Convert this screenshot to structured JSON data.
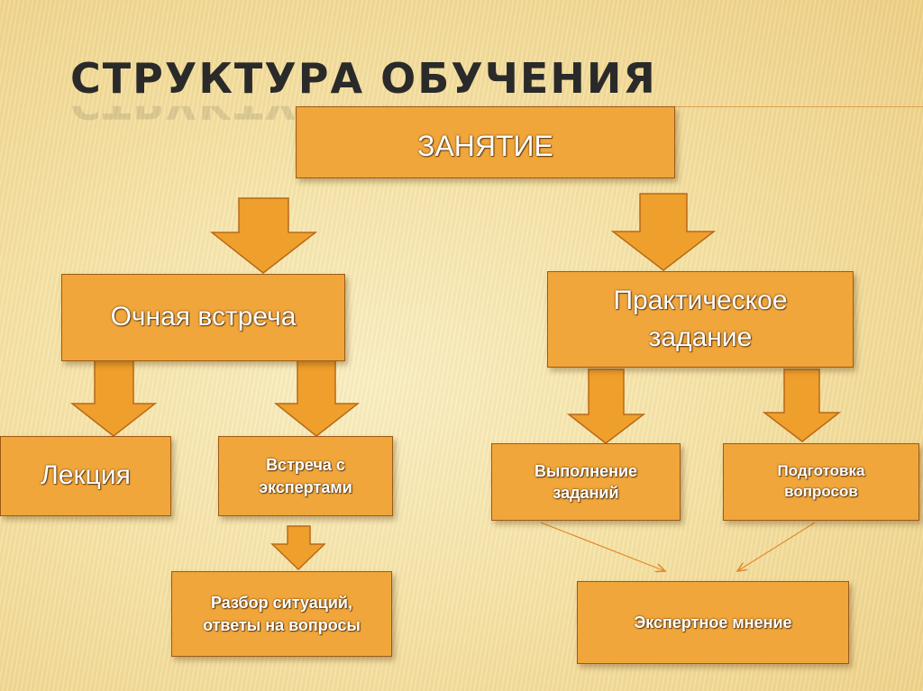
{
  "title": "СТРУКТУРА ОБУЧЕНИЯ",
  "nodes": {
    "root": "ЗАНЯТИЕ",
    "in_person": "Очная встреча",
    "practical": "Практическое\nзадание",
    "lecture": "Лекция",
    "experts_meeting": "Встреча с\nэкспертами",
    "case_analysis": "Разбор ситуаций,\nответы на вопросы",
    "task_completion": "Выполнение\nзаданий",
    "question_prep": "Подготовка\nвопросов",
    "expert_opinion": "Экспертное мнение"
  },
  "colors": {
    "box_fill": "#f0a63a",
    "box_border": "#9c5a16",
    "arrow_fill": "#ef9f2c",
    "thin_arrow": "#e08a2c",
    "title_text": "#2a2a2a"
  }
}
